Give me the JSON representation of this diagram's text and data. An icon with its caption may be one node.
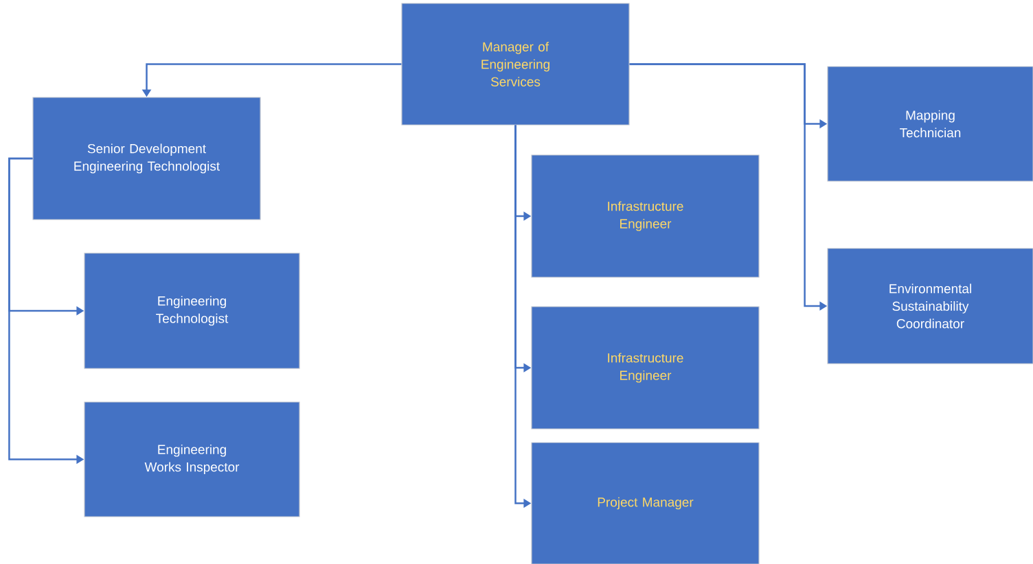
{
  "diagram": {
    "nodes": [
      {
        "text": [
          "Manager of Engineering Services"
        ]
      },
      {
        "text": [
          "Senior Development Engineering Technologist"
        ]
      },
      {
        "text": [
          "Engineering Technologist"
        ]
      },
      {
        "text": [
          "Engineering Works Inspector"
        ]
      },
      {
        "text": [
          "Infrastructure Engineer"
        ]
      },
      {
        "text": [
          "Infrastructure Engineer"
        ]
      },
      {
        "text": [
          "Project Manager"
        ]
      },
      {
        "text": [
          "Mapping Technician"
        ]
      },
      {
        "text": [
          "Environmental Sustainability Coordinator"
        ]
      }
    ],
    "edges": [
      {
        "from": 0,
        "to": 1,
        "arrow": "to"
      },
      {
        "from": 1,
        "to": 2,
        "arrow": "to"
      },
      {
        "from": 1,
        "to": 3,
        "arrow": "to"
      },
      {
        "from": 0,
        "to": 4,
        "arrow": "to"
      },
      {
        "from": 0,
        "to": 5,
        "arrow": "to"
      },
      {
        "from": 0,
        "to": 6,
        "arrow": "to"
      },
      {
        "from": 0,
        "to": 7,
        "arrow": "to"
      },
      {
        "from": 0,
        "to": 8,
        "arrow": "to"
      }
    ]
  }
}
